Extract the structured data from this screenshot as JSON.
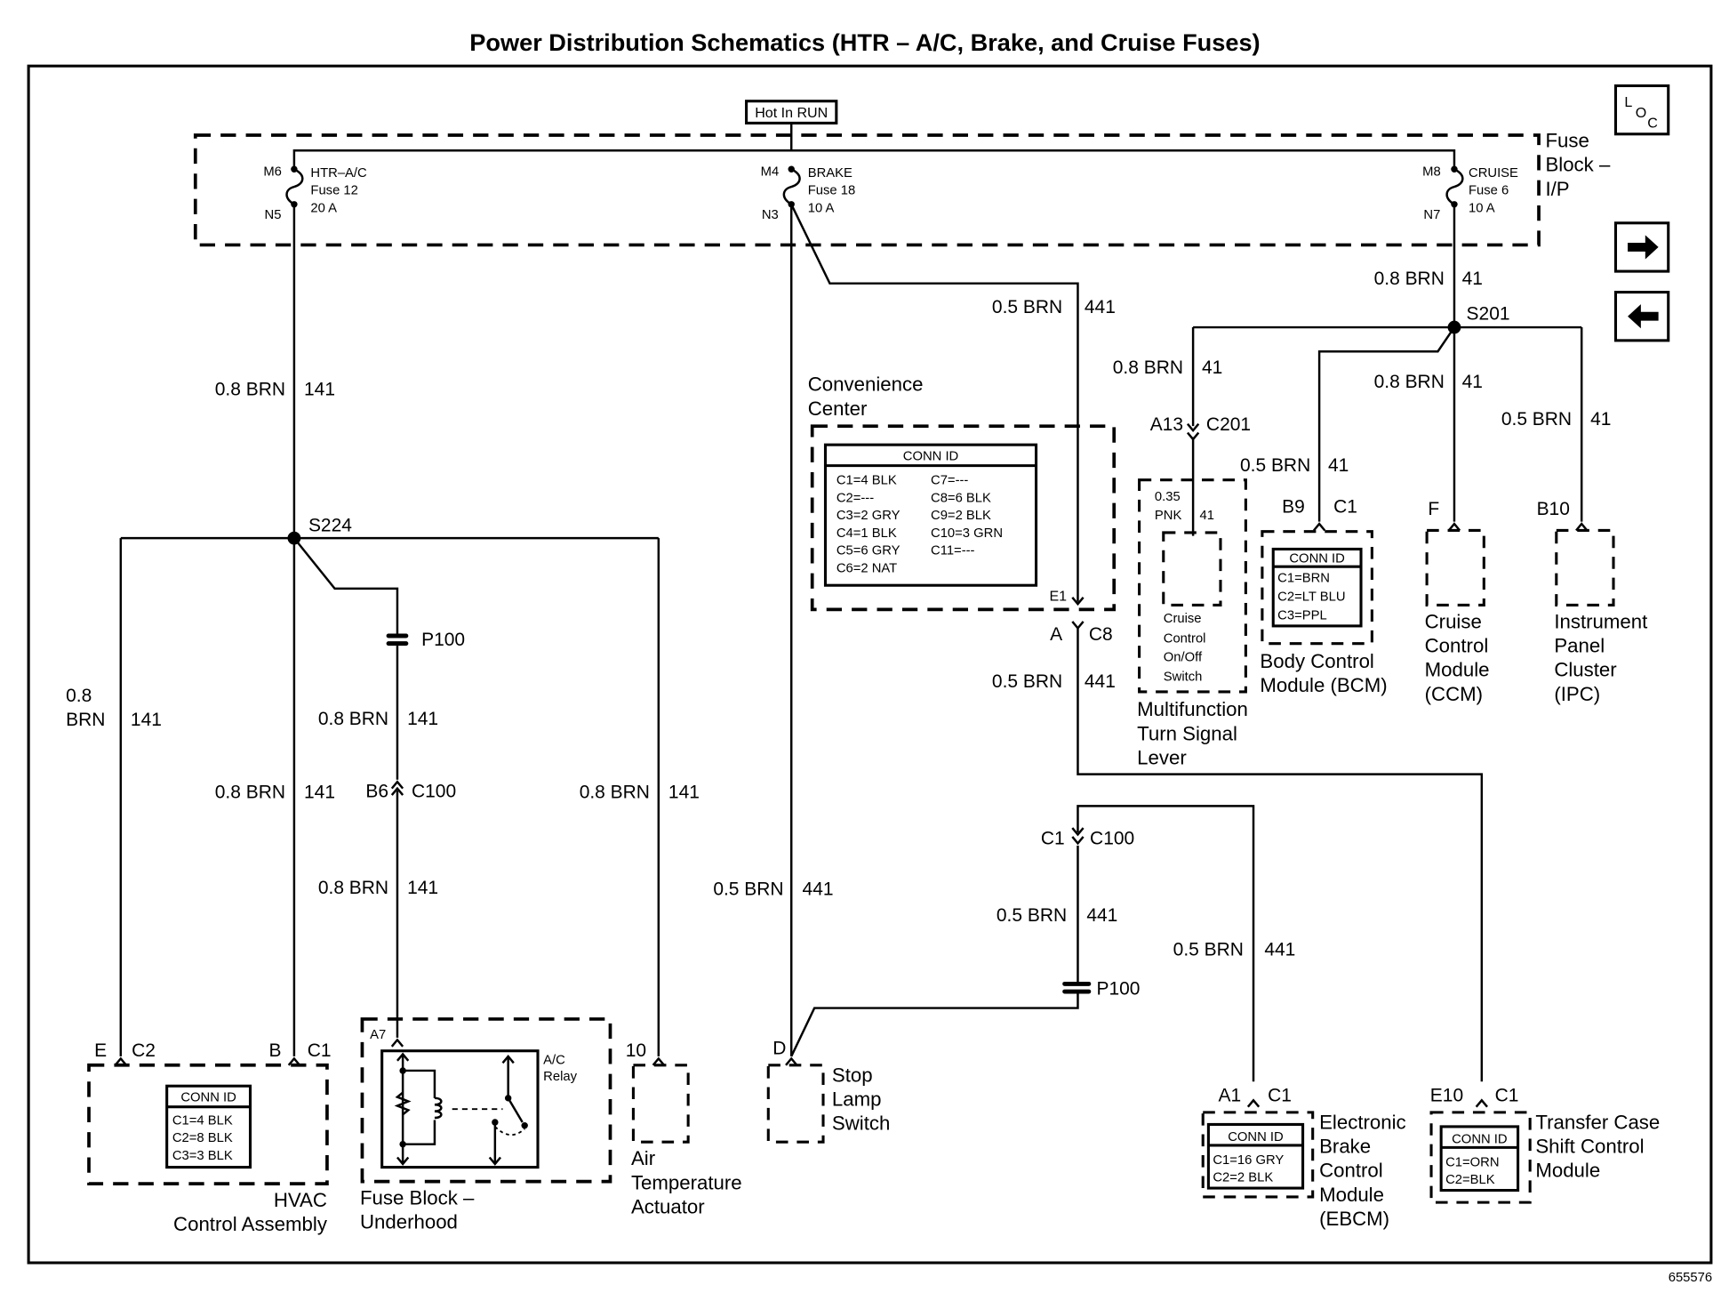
{
  "title": "Power Distribution Schematics (HTR – A/C, Brake, and Cruise Fuses)",
  "figure_id": "655576",
  "nav": {
    "loc_icon": "location-view-icon",
    "loc": [
      "L",
      "O",
      "C"
    ],
    "next_icon": "arrow-right-icon",
    "prev_icon": "arrow-left-icon"
  },
  "power_source": "Hot In RUN",
  "fuse_block_ip": {
    "label": [
      "Fuse",
      "Block –",
      "I/P"
    ],
    "fuses": [
      {
        "in": "M6",
        "out": "N5",
        "lines": [
          "HTR–A/C",
          "Fuse 12",
          "20 A"
        ]
      },
      {
        "in": "M4",
        "out": "N3",
        "lines": [
          "BRAKE",
          "Fuse 18",
          "10 A"
        ]
      },
      {
        "in": "M8",
        "out": "N7",
        "lines": [
          "CRUISE",
          "Fuse 6",
          "10 A"
        ]
      }
    ]
  },
  "wires": {
    "w141_main": {
      "gauge": "0.8 BRN",
      "circuit": "141"
    },
    "w141_left": {
      "gauge": [
        "0.8",
        "BRN"
      ],
      "circuit": "141"
    },
    "w141_mid": {
      "gauge": "0.8 BRN",
      "circuit": "141"
    },
    "w141_hvac_b": {
      "gauge": "0.8 BRN",
      "circuit": "141"
    },
    "w141_relay_up": {
      "gauge": "0.8 BRN",
      "circuit": "141"
    },
    "w141_relay_down": {
      "gauge": "0.8 BRN",
      "circuit": "141"
    },
    "w141_air": {
      "gauge": "0.8 BRN",
      "circuit": "141"
    },
    "w441_top": {
      "gauge": "0.5 BRN",
      "circuit": "441"
    },
    "w441_stop": {
      "gauge": "0.5 BRN",
      "circuit": "441"
    },
    "w441_c8": {
      "gauge": "0.5 BRN",
      "circuit": "441"
    },
    "w441_c100": {
      "gauge": "0.5 BRN",
      "circuit": "441"
    },
    "w441_ebcm": {
      "gauge": "0.5 BRN",
      "circuit": "441"
    },
    "w41_main": {
      "gauge": "0.8 BRN",
      "circuit": "41"
    },
    "w41_c201": {
      "gauge": "0.8 BRN",
      "circuit": "41"
    },
    "w41_ccm": {
      "gauge": "0.8 BRN",
      "circuit": "41"
    },
    "w41_bcm": {
      "gauge": "0.5 BRN",
      "circuit": "41"
    },
    "w41_ipc": {
      "gauge": "0.5 BRN",
      "circuit": "41"
    },
    "w41_switch": {
      "gauge": [
        "0.35",
        "PNK"
      ],
      "circuit": "41"
    }
  },
  "splices": {
    "s224": "S224",
    "s201": "S201"
  },
  "connectors": {
    "p100_left": "P100",
    "p100_right": "P100",
    "c100_left": {
      "pin": "B6",
      "id": "C100"
    },
    "c100_right": {
      "pin": "C1",
      "id": "C100"
    },
    "c201": {
      "pin": "A13",
      "id": "C201"
    },
    "c8": {
      "pin": "A",
      "id": "C8"
    },
    "e1": "E1",
    "hvac_c2": {
      "pin": "E",
      "id": "C2"
    },
    "hvac_c1": {
      "pin": "B",
      "id": "C1"
    },
    "relay_a7": "A7",
    "air_10": "10",
    "stop_d": "D",
    "bcm": {
      "pin": "B9",
      "id": "C1"
    },
    "ccm": "F",
    "ipc": "B10",
    "ebcm": {
      "pin": "A1",
      "id": "C1"
    },
    "tccm": {
      "pin": "E10",
      "id": "C1"
    }
  },
  "components": {
    "convenience_center": {
      "label": [
        "Convenience",
        "Center"
      ],
      "conn_id_title": "CONN ID",
      "conn_left": [
        "C1=4 BLK",
        "C2=---",
        "C3=2 GRY",
        "C4=1 BLK",
        "C5=6 GRY",
        "C6=2 NAT"
      ],
      "conn_right": [
        "C7=---",
        "C8=6 BLK",
        "C9=2 BLK",
        "C10=3 GRN",
        "C11=---"
      ]
    },
    "hvac": {
      "label": [
        "HVAC",
        "Control Assembly"
      ],
      "conn_id_title": "CONN ID",
      "conn": [
        "C1=4 BLK",
        "C2=8 BLK",
        "C3=3 BLK"
      ]
    },
    "fuse_block_underhood": {
      "label": [
        "Fuse Block –",
        "Underhood"
      ],
      "relay_label": [
        "A/C",
        "Relay"
      ]
    },
    "air_temp": {
      "label": [
        "Air",
        "Temperature",
        "Actuator"
      ]
    },
    "stop_lamp": {
      "label": [
        "Stop",
        "Lamp",
        "Switch"
      ]
    },
    "multifunction": {
      "label": [
        "Multifunction",
        "Turn Signal",
        "Lever"
      ],
      "inner_label": [
        "Cruise",
        "Control",
        "On/Off",
        "Switch"
      ]
    },
    "bcm": {
      "label": [
        "Body Control",
        "Module (BCM)"
      ],
      "conn_id_title": "CONN ID",
      "conn": [
        "C1=BRN",
        "C2=LT BLU",
        "C3=PPL"
      ]
    },
    "ccm": {
      "label": [
        "Cruise",
        "Control",
        "Module",
        "(CCM)"
      ]
    },
    "ipc": {
      "label": [
        "Instrument",
        "Panel",
        "Cluster",
        "(IPC)"
      ]
    },
    "ebcm": {
      "label": [
        "Electronic",
        "Brake",
        "Control",
        "Module",
        "(EBCM)"
      ],
      "conn_id_title": "CONN ID",
      "conn": [
        "C1=16 GRY",
        "C2=2 BLK"
      ]
    },
    "tccm": {
      "label": [
        "Transfer Case",
        "Shift Control",
        "Module"
      ],
      "conn_id_title": "CONN ID",
      "conn": [
        "C1=ORN",
        "C2=BLK"
      ]
    }
  }
}
